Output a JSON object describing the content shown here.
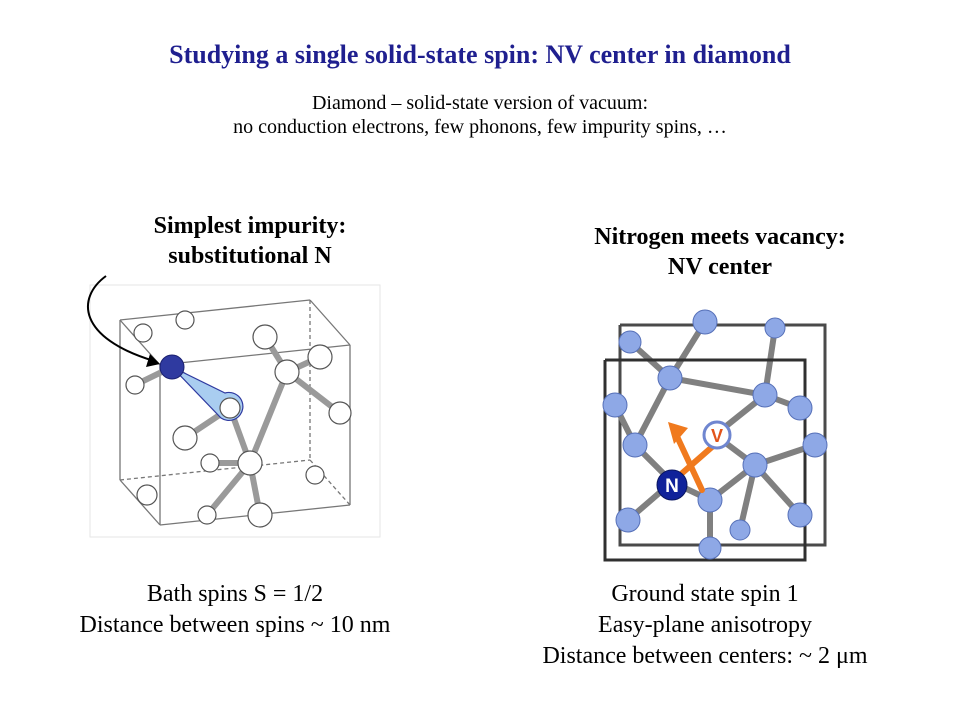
{
  "slide": {
    "title": "Studying a single solid-state spin: NV center in diamond",
    "subtitle_lines": [
      "Diamond – solid-state version of vacuum:",
      "no conduction electrons, few phonons, few impurity spins, …"
    ]
  },
  "left": {
    "heading_lines": [
      "Simplest impurity:",
      "substitutional N"
    ],
    "caption_lines": [
      "Bath spins S = 1/2",
      "Distance between spins ~ 10 nm"
    ]
  },
  "right": {
    "heading_lines": [
      "Nitrogen meets vacancy:",
      "NV center"
    ],
    "caption_lines": [
      "Ground state spin 1",
      "Easy-plane anisotropy",
      "Distance between centers: ~ 2 μm"
    ],
    "label_n": "N",
    "label_v": "V"
  },
  "colors": {
    "title": "#1f1f8f",
    "impurity": "#2f3aa0",
    "lobe": "#a9cdf0",
    "carbon_sphere": "#8ea8e6",
    "nitrogen": "#10229a",
    "arrow": "#f07a1e"
  }
}
